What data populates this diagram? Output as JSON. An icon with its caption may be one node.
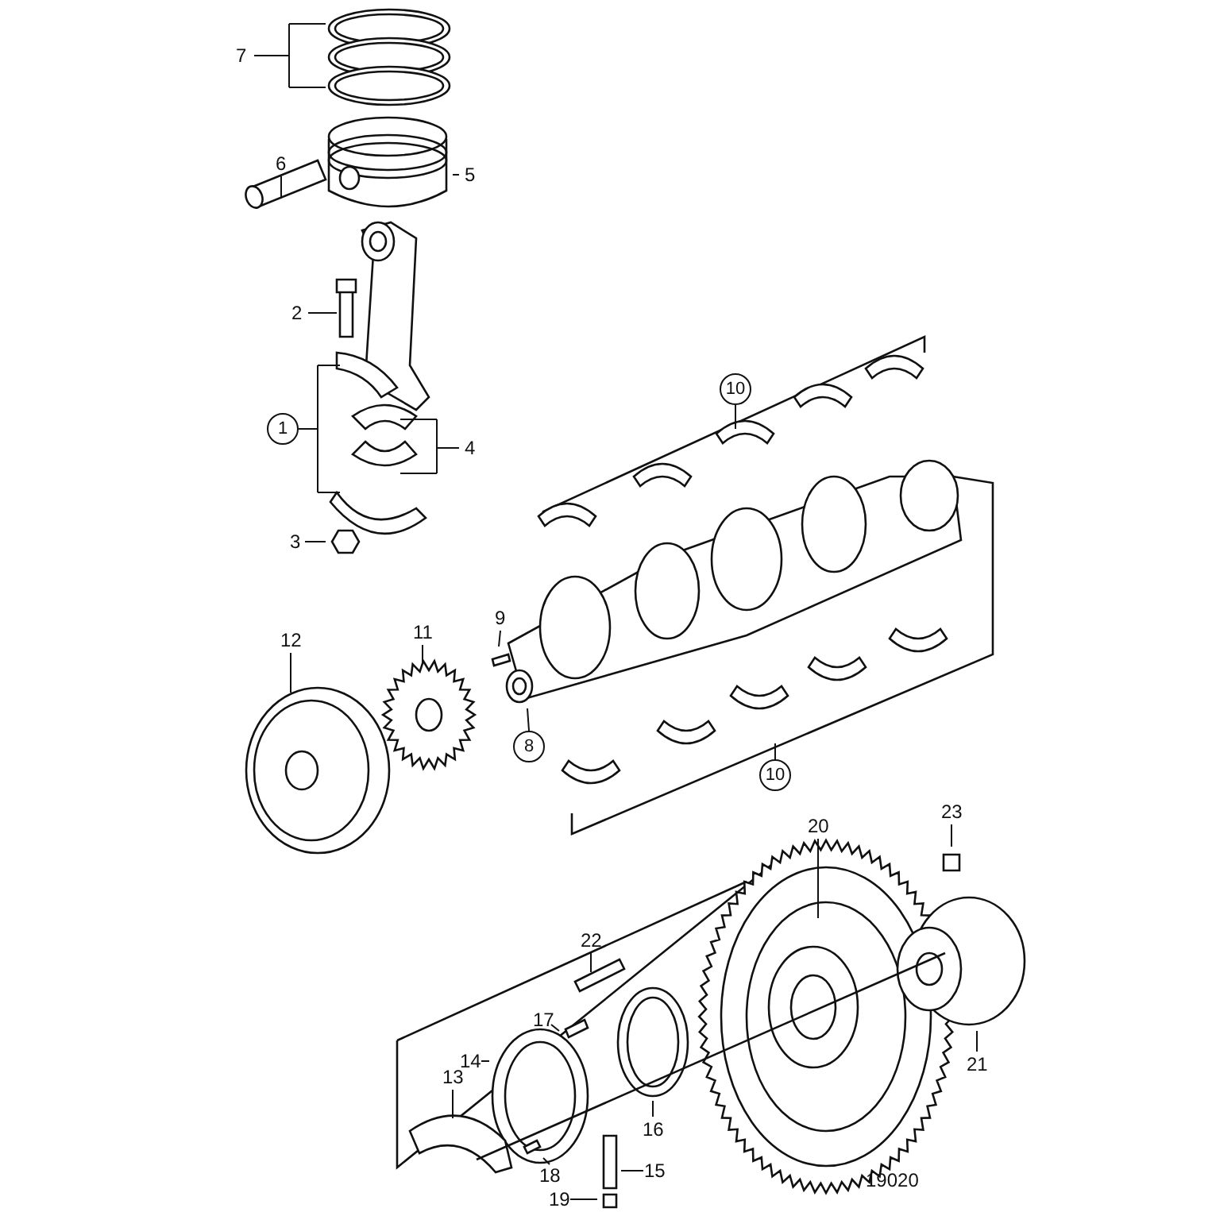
{
  "diagram": {
    "nodes": [
      {
        "text": [
          "7"
        ]
      },
      {
        "text": [
          "6"
        ]
      },
      {
        "text": [
          "5"
        ]
      },
      {
        "text": [
          "2"
        ]
      },
      {
        "text": [
          "1"
        ]
      },
      {
        "text": [
          "4"
        ]
      },
      {
        "text": [
          "3"
        ]
      },
      {
        "text": [
          "10"
        ]
      },
      {
        "text": [
          "9"
        ]
      },
      {
        "text": [
          "11"
        ]
      },
      {
        "text": [
          "12"
        ]
      },
      {
        "text": [
          "8"
        ]
      },
      {
        "text": [
          "10"
        ]
      },
      {
        "text": [
          "23"
        ]
      },
      {
        "text": [
          "20"
        ]
      },
      {
        "text": [
          "22"
        ]
      },
      {
        "text": [
          "17"
        ]
      },
      {
        "text": [
          "14"
        ]
      },
      {
        "text": [
          "13"
        ]
      },
      {
        "text": [
          "16"
        ]
      },
      {
        "text": [
          "21"
        ]
      },
      {
        "text": [
          "18"
        ]
      },
      {
        "text": [
          "15"
        ]
      },
      {
        "text": [
          "19"
        ]
      }
    ],
    "edges": [
      {
        "from": 0,
        "to": null,
        "arrow": "none"
      },
      {
        "from": 1,
        "to": null,
        "arrow": "none"
      },
      {
        "from": 2,
        "to": null,
        "arrow": "none"
      },
      {
        "from": 3,
        "to": null,
        "arrow": "none"
      },
      {
        "from": 4,
        "to": null,
        "arrow": "none"
      },
      {
        "from": 5,
        "to": null,
        "arrow": "none"
      },
      {
        "from": 6,
        "to": null,
        "arrow": "none"
      },
      {
        "from": 7,
        "to": null,
        "arrow": "none"
      },
      {
        "from": 8,
        "to": null,
        "arrow": "none"
      },
      {
        "from": 9,
        "to": null,
        "arrow": "none"
      },
      {
        "from": 10,
        "to": null,
        "arrow": "none"
      },
      {
        "from": 11,
        "to": null,
        "arrow": "none"
      },
      {
        "from": 12,
        "to": null,
        "arrow": "none"
      },
      {
        "from": 13,
        "to": null,
        "arrow": "none"
      },
      {
        "from": 14,
        "to": null,
        "arrow": "none"
      },
      {
        "from": 15,
        "to": null,
        "arrow": "none"
      },
      {
        "from": 16,
        "to": null,
        "arrow": "none"
      },
      {
        "from": 17,
        "to": null,
        "arrow": "none"
      },
      {
        "from": 18,
        "to": null,
        "arrow": "none"
      },
      {
        "from": 19,
        "to": null,
        "arrow": "none"
      },
      {
        "from": 20,
        "to": null,
        "arrow": "none"
      },
      {
        "from": 21,
        "to": null,
        "arrow": "none"
      },
      {
        "from": 22,
        "to": null,
        "arrow": "none"
      },
      {
        "from": 23,
        "to": null,
        "arrow": "none"
      }
    ],
    "labels": [
      "19020"
    ]
  }
}
